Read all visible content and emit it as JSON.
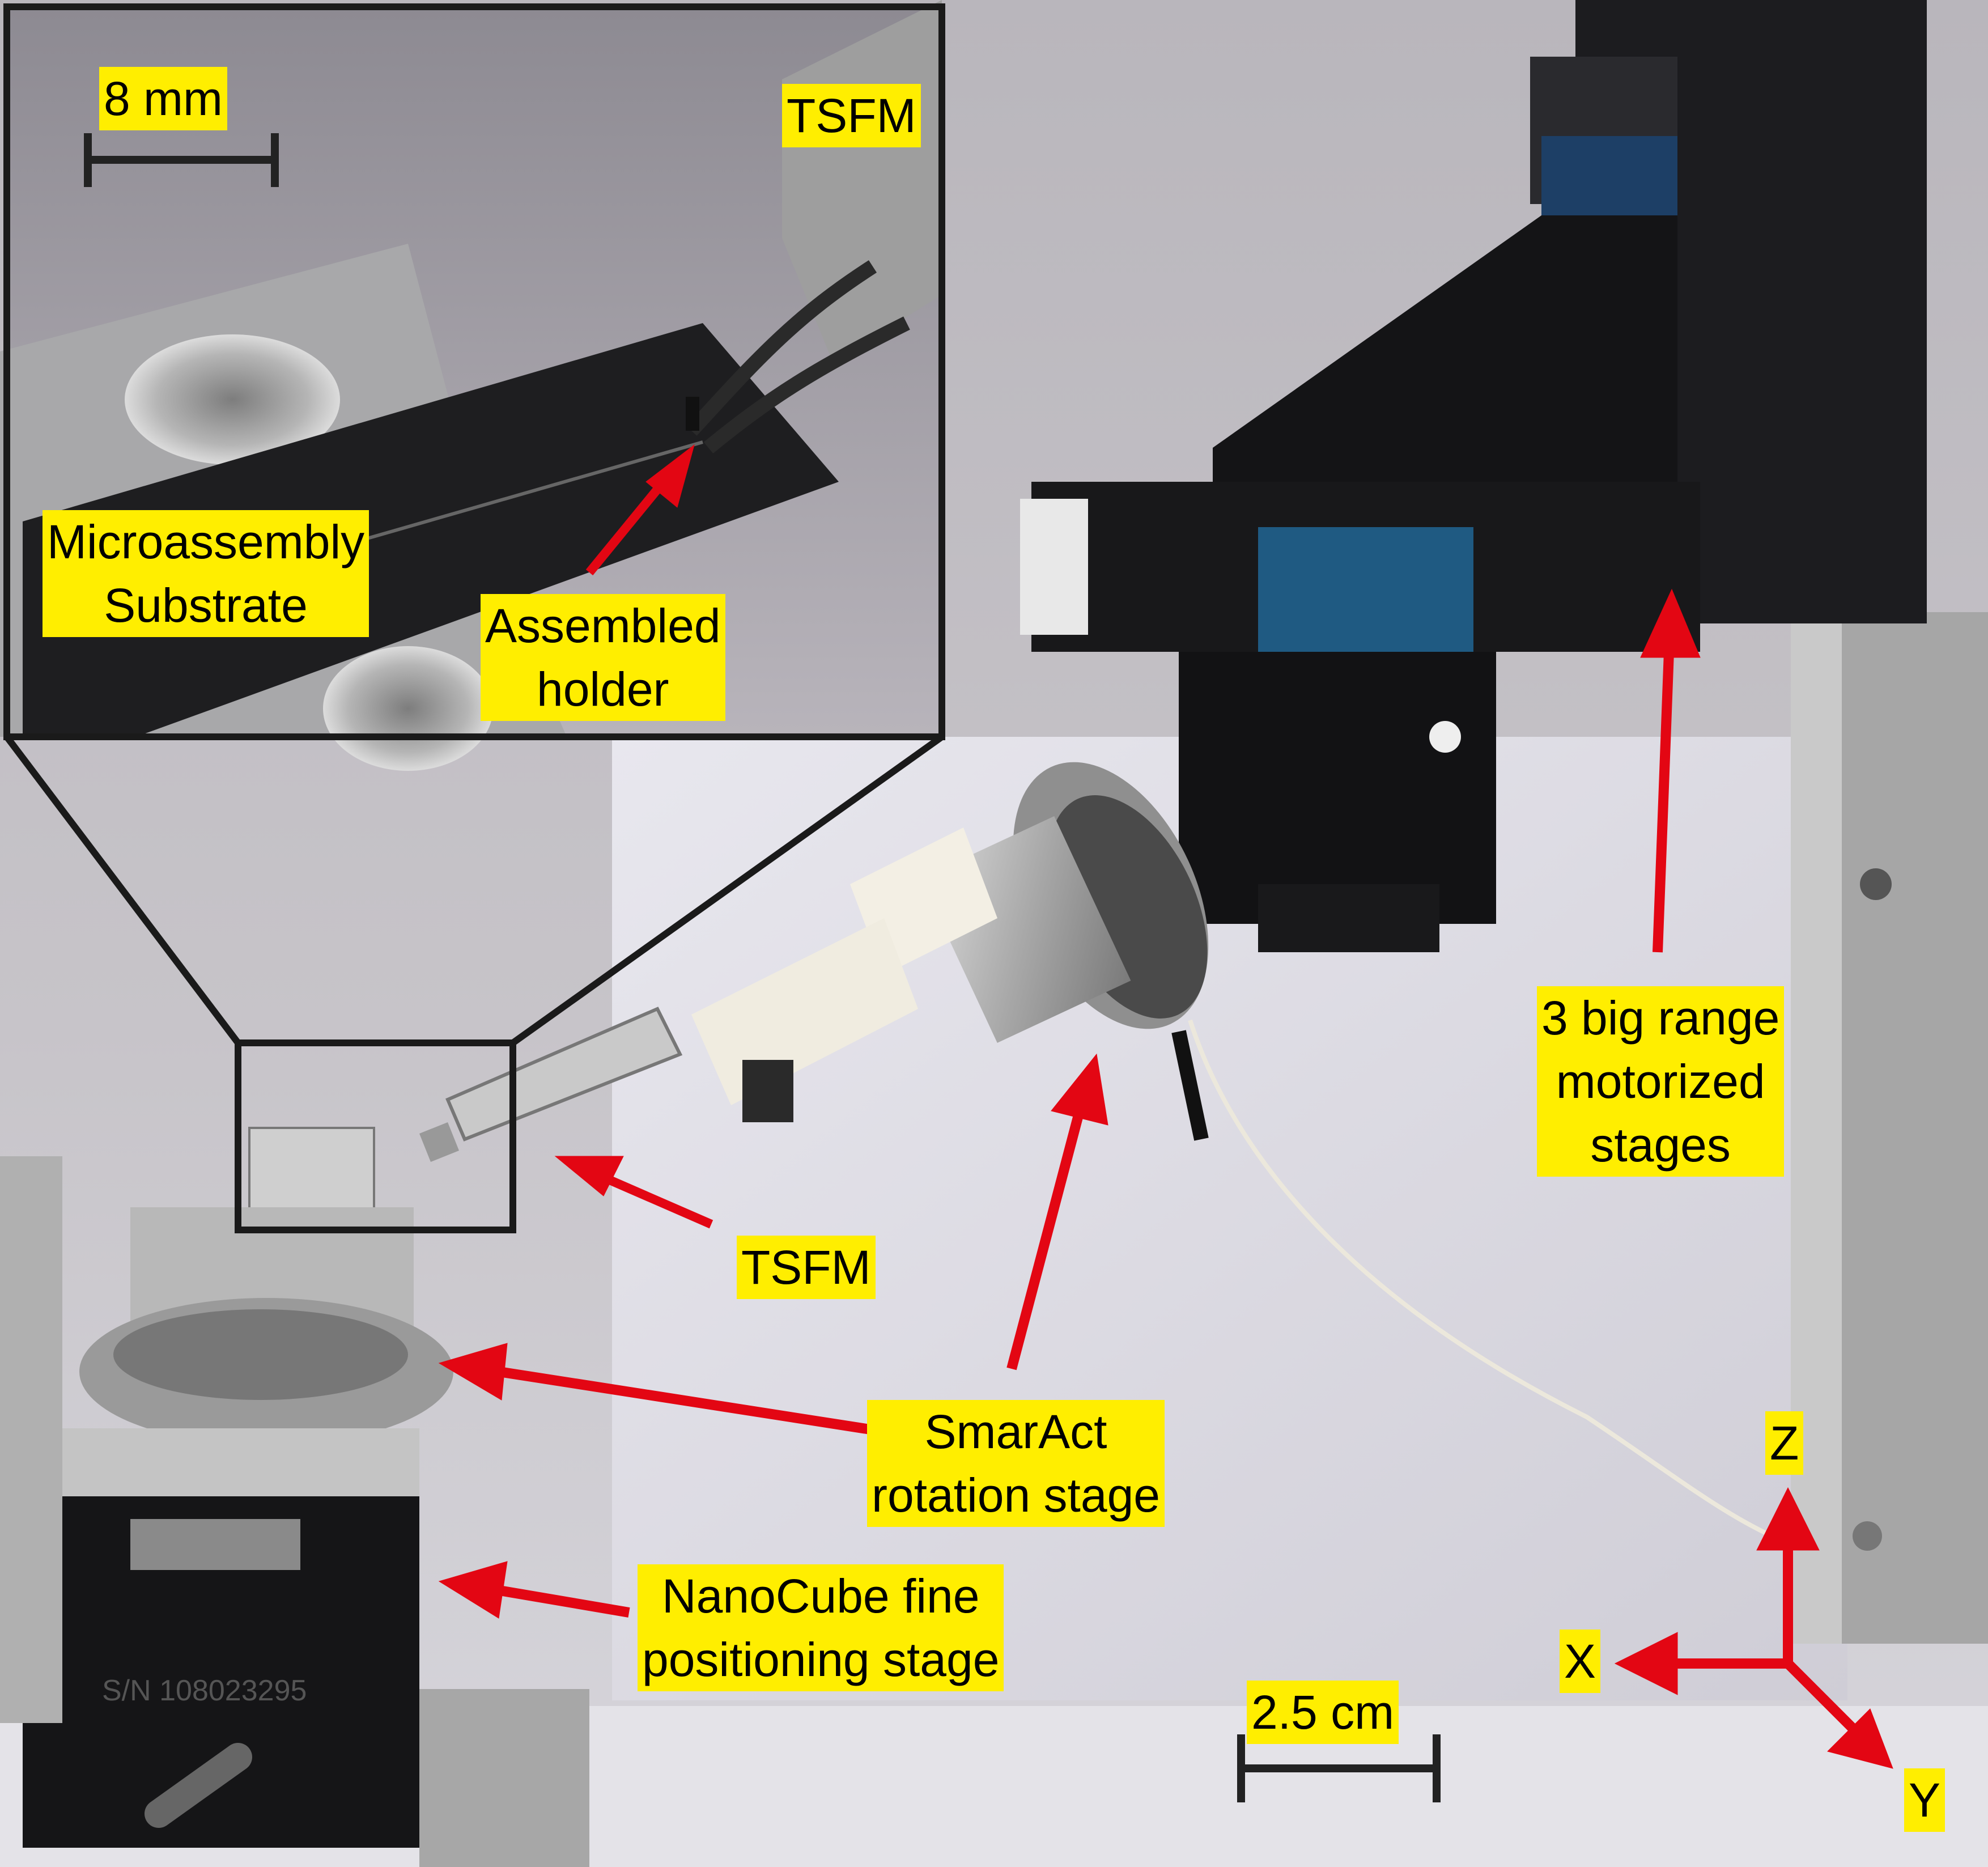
{
  "inset": {
    "scale_bar": "8 mm",
    "labels": {
      "tsfm": "TSFM",
      "substrate": [
        "Microassembly",
        "Substrate"
      ],
      "holder": [
        "Assembled",
        "holder"
      ]
    }
  },
  "main": {
    "labels": {
      "tsfm": "TSFM",
      "motorized_stages": [
        "3 big range",
        "motorized",
        "stages"
      ],
      "rotation_stage": [
        "SmarAct",
        "rotation stage"
      ],
      "nanocube": [
        "NanoCube fine",
        "positioning stage"
      ],
      "serial": "S/N 108023295"
    },
    "scale_bar": "2.5 cm",
    "axes": {
      "z": "Z",
      "x": "X",
      "y": "Y"
    }
  },
  "colors": {
    "arrow": "#e30613",
    "label_bg": "#ffee00",
    "frame": "#1a1a1a",
    "background": "#bfbcc0"
  }
}
